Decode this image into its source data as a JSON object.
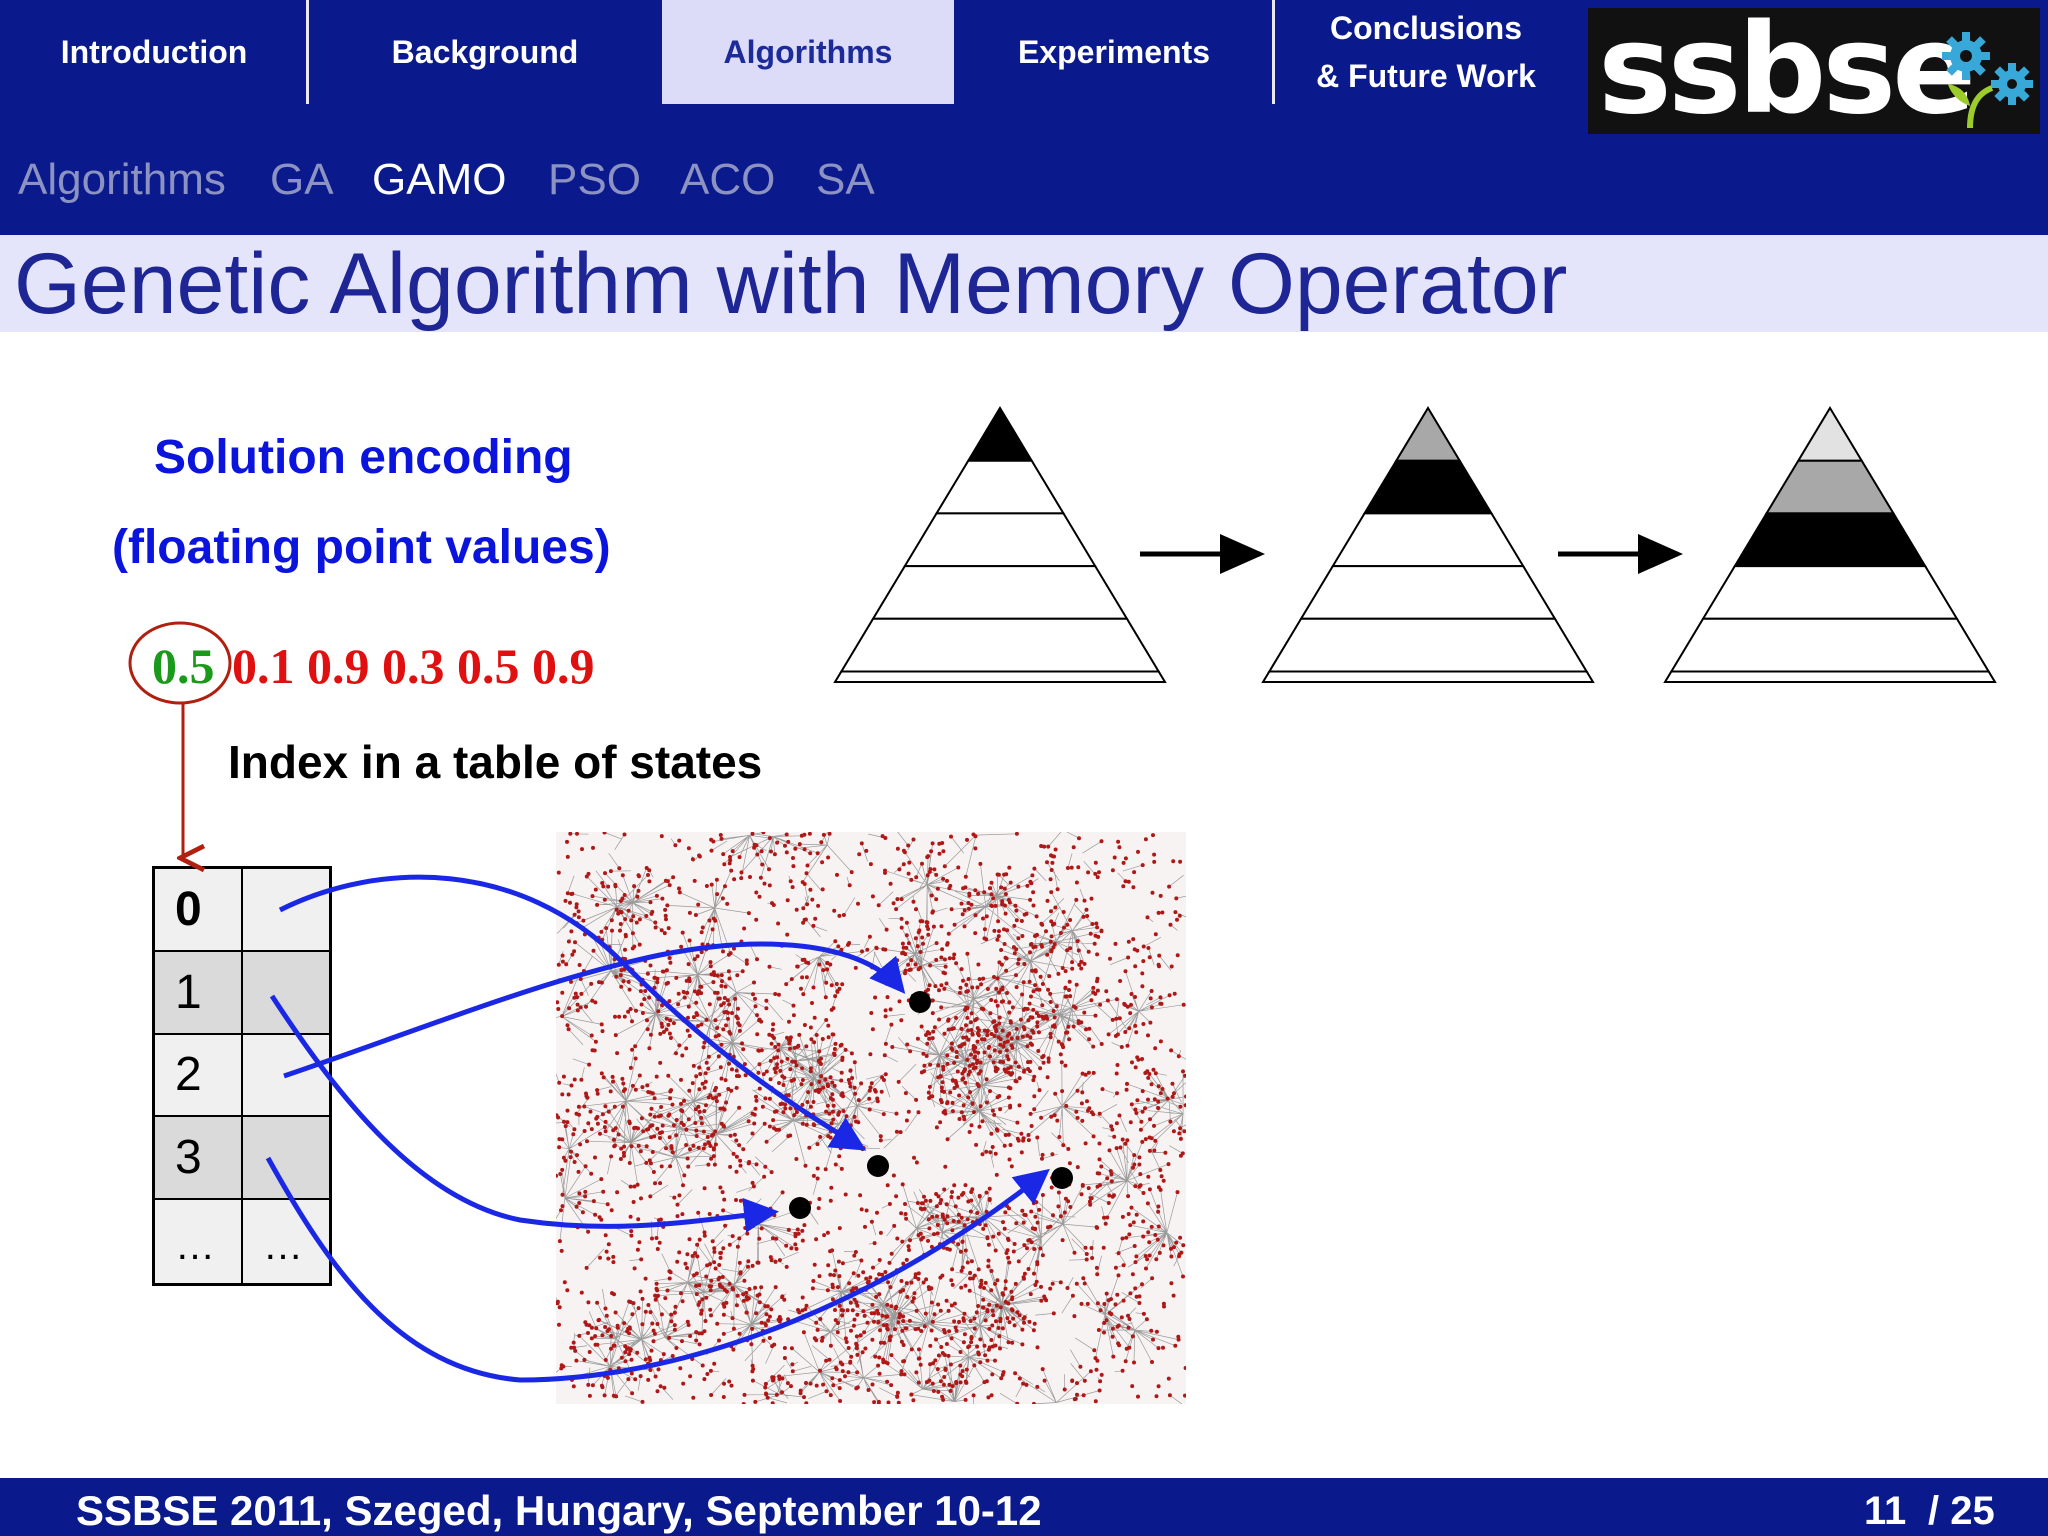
{
  "nav": {
    "tabs": [
      {
        "label": "Introduction"
      },
      {
        "label": "Background"
      },
      {
        "label": "Algorithms"
      },
      {
        "label": "Experiments"
      },
      {
        "label_line1": "Conclusions",
        "label_line2": "& Future Work"
      }
    ],
    "active_tab": "Algorithms"
  },
  "logo": {
    "text": "ssbse",
    "icon": "gears-flower-icon"
  },
  "subnav": {
    "items": [
      "Algorithms",
      "GA",
      "GAMO",
      "PSO",
      "ACO",
      "SA"
    ],
    "current": "GAMO"
  },
  "slide": {
    "title": "Genetic Algorithm with Memory Operator",
    "encoding_heading_line1": "Solution encoding",
    "encoding_heading_line2": "(floating point values)",
    "first_value": "0.5",
    "other_values": "0.1 0.9 0.3 0.5 0.9",
    "index_label": "Index in a table of states",
    "table_rows": [
      {
        "index": "0",
        "value": ""
      },
      {
        "index": "1",
        "value": ""
      },
      {
        "index": "2",
        "value": ""
      },
      {
        "index": "3",
        "value": ""
      },
      {
        "index": "…",
        "value": "…"
      }
    ],
    "pyramids": [
      {
        "dark_band": 0,
        "grey_bands": []
      },
      {
        "dark_band": 1,
        "grey_bands": [
          0
        ]
      },
      {
        "dark_band": 2,
        "grey_bands": [
          0,
          1
        ]
      }
    ]
  },
  "colors": {
    "header_bg": "#0a1a8c",
    "title_text": "#1e2594",
    "heading_blue": "#0a14dc",
    "value_green": "#1a9a1a",
    "value_red": "#e01010",
    "graph_nodes": "#b01818",
    "arrow_blue": "#1a28e6",
    "index_arrow": "#b02010"
  },
  "footer": {
    "text": "SSBSE 2011, Szeged, Hungary, September 10-12",
    "page": "11",
    "total": "/ 25"
  }
}
